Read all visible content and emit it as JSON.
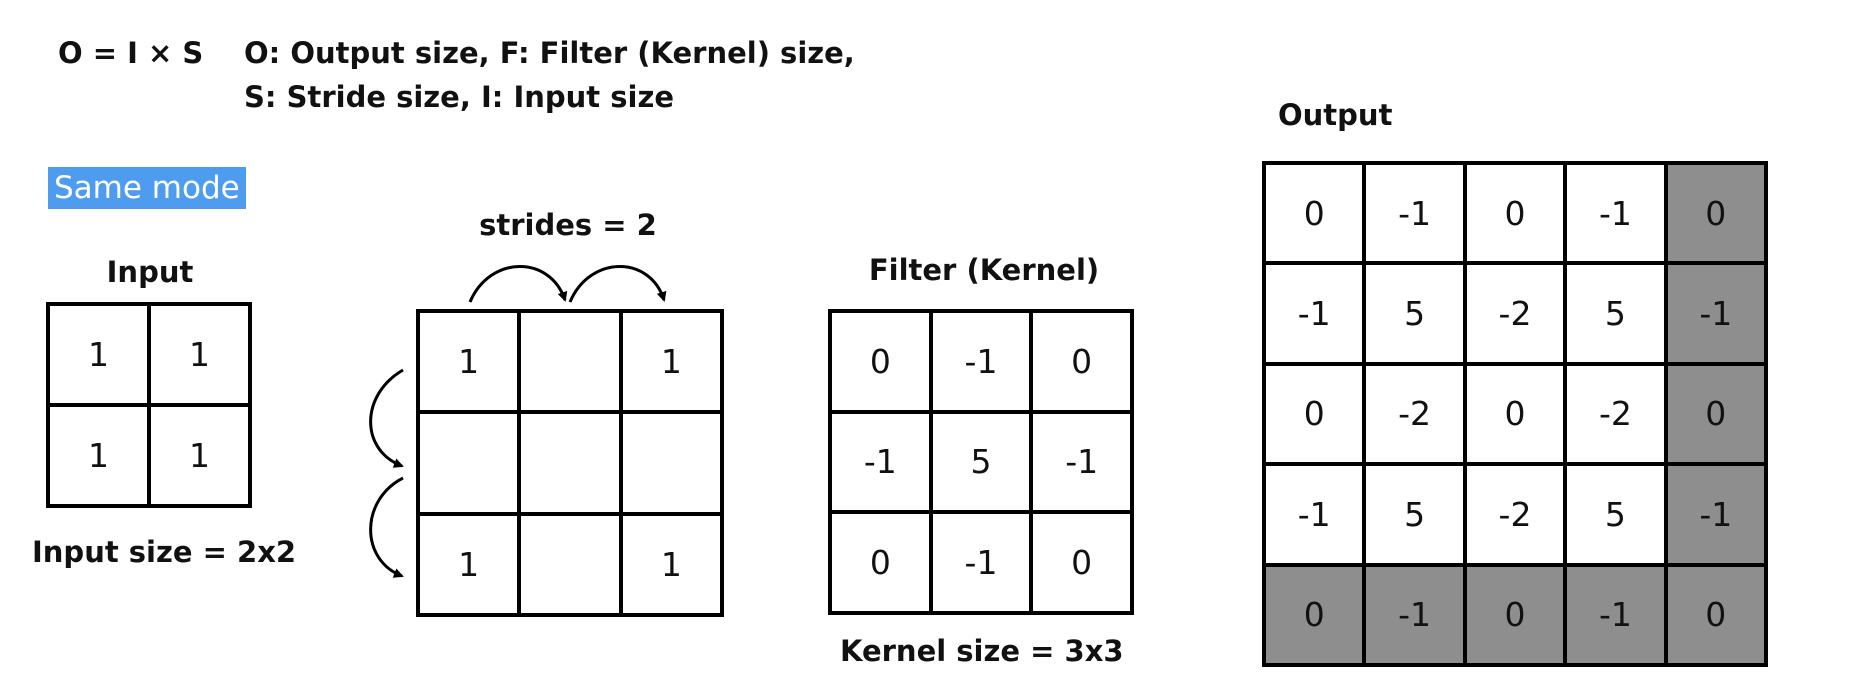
{
  "formula": "O = I × S",
  "legend": {
    "line1": "O: Output size, F: Filter (Kernel) size,",
    "line2": "S: Stride size, I: Input size"
  },
  "mode_label": "Same mode",
  "input": {
    "title": "Input",
    "cells": [
      "1",
      "1",
      "1",
      "1"
    ],
    "caption": "Input size = 2x2"
  },
  "strided": {
    "title": "strides = 2",
    "cells": [
      "1",
      "",
      "1",
      "",
      "",
      "",
      "1",
      "",
      "1"
    ]
  },
  "filter": {
    "title": "Filter (Kernel)",
    "cells": [
      "0",
      "-1",
      "0",
      "-1",
      "5",
      "-1",
      "0",
      "-1",
      "0"
    ],
    "caption": "Kernel size = 3x3"
  },
  "output": {
    "title": "Output",
    "cells": [
      "0",
      "-1",
      "0",
      "-1",
      "0",
      "-1",
      "5",
      "-2",
      "5",
      "-1",
      "0",
      "-2",
      "0",
      "-2",
      "0",
      "-1",
      "5",
      "-2",
      "5",
      "-1",
      "0",
      "-1",
      "0",
      "-1",
      "0"
    ],
    "shaded": [
      false,
      false,
      false,
      false,
      true,
      false,
      false,
      false,
      false,
      true,
      false,
      false,
      false,
      false,
      true,
      false,
      false,
      false,
      false,
      true,
      true,
      true,
      true,
      true,
      true
    ],
    "shade_color": "#8e8e8e"
  },
  "mode_color": "#4d9cf0"
}
